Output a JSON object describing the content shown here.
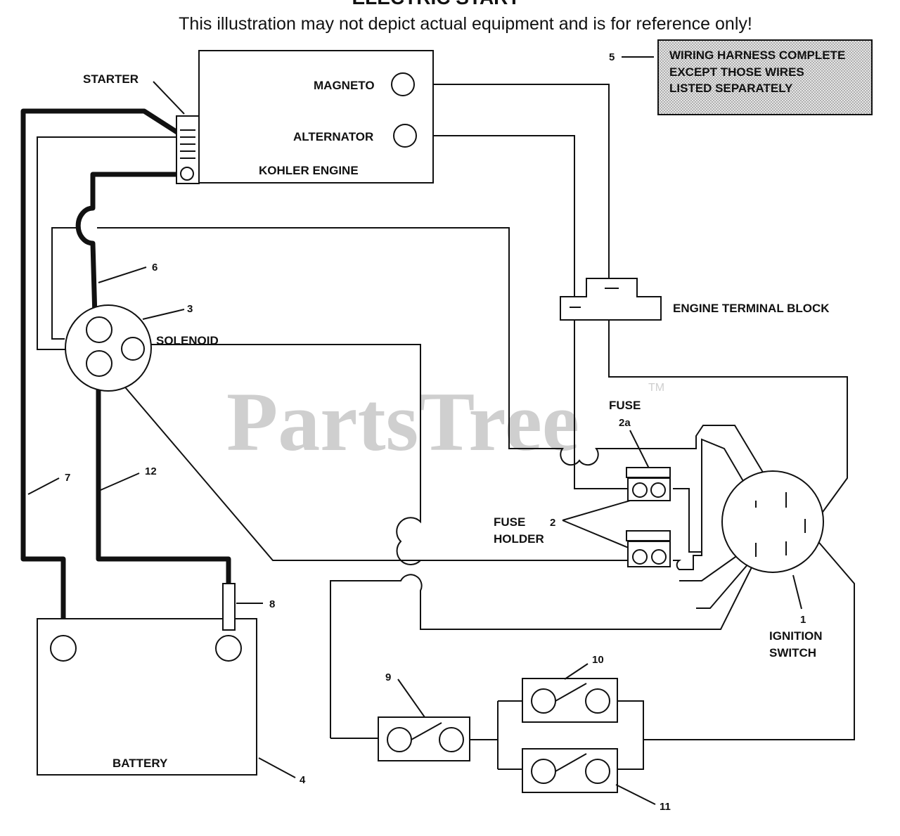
{
  "header": {
    "title": "ELECTRIC START",
    "subtitle": "This illustration may not depict actual equipment and is for reference only!"
  },
  "watermark": {
    "text": "PartsTree",
    "tm": "TM"
  },
  "note": {
    "callout": "5",
    "lines": [
      "WIRING HARNESS COMPLETE",
      "EXCEPT THOSE WIRES",
      "LISTED SEPARATELY"
    ]
  },
  "engine": {
    "name": "KOHLER ENGINE",
    "magneto": "MAGNETO",
    "alternator": "ALTERNATOR",
    "starter": "STARTER"
  },
  "solenoid": {
    "label": "SOLENOID",
    "callout": "3"
  },
  "terminal_block": {
    "label": "ENGINE TERMINAL BLOCK"
  },
  "fuse": {
    "label": "FUSE",
    "callout": "2a"
  },
  "fuse_holder": {
    "line1": "FUSE",
    "line2": "HOLDER",
    "callout": "2"
  },
  "ignition_switch": {
    "line1": "IGNITION",
    "line2": "SWITCH",
    "callout": "1"
  },
  "battery": {
    "label": "BATTERY",
    "callout": "4"
  },
  "callouts": {
    "cable_6": "6",
    "cable_7": "7",
    "cable_12": "12",
    "terminal_cover_8": "8",
    "switch_9": "9",
    "switch_10": "10",
    "switch_11": "11"
  },
  "colors": {
    "ink": "#111111",
    "watermark": "#cfcfcf",
    "note_fill": "#d8d8d8"
  }
}
